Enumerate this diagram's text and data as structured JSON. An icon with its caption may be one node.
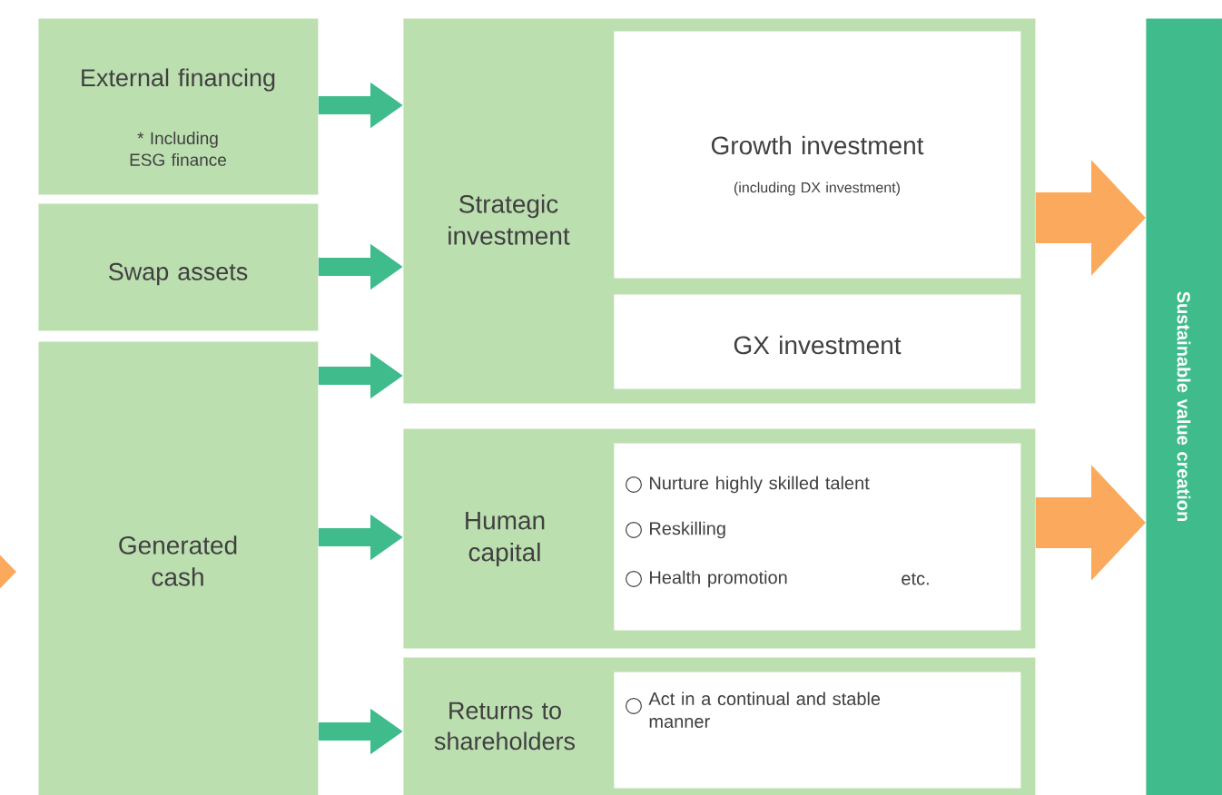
{
  "diagram": {
    "nodes": [
      {
        "text": [
          "External financing",
          "* Including ESG finance"
        ]
      },
      {
        "text": [
          "Swap assets"
        ]
      },
      {
        "text": [
          "Generated cash"
        ]
      },
      {
        "text": [
          "Strategic investment"
        ]
      },
      {
        "text": [
          "Growth investment",
          "(including DX investment)"
        ],
        "in": 3
      },
      {
        "text": [
          "GX investment"
        ],
        "in": 3
      },
      {
        "text": [
          "Human capital"
        ]
      },
      {
        "text": [
          "Nurture highly skilled talent",
          "Reskilling",
          "Health promotion",
          "etc."
        ],
        "in": 6
      },
      {
        "text": [
          "Returns to shareholders"
        ]
      },
      {
        "text": [
          "Act in a continual and stable manner"
        ],
        "in": 8
      },
      {
        "text": [
          "Sustainable value creation"
        ]
      }
    ],
    "edges": [
      {
        "from": 0,
        "to": 3,
        "arrow": "to"
      },
      {
        "from": 1,
        "to": 3,
        "arrow": "to"
      },
      {
        "from": 2,
        "to": 3,
        "arrow": "to"
      },
      {
        "from": 2,
        "to": 6,
        "arrow": "to"
      },
      {
        "from": 2,
        "to": 8,
        "arrow": "to"
      },
      {
        "from": 3,
        "to": 10,
        "arrow": "to",
        "style": "thick",
        "color": "#fba95c"
      },
      {
        "from": 6,
        "to": 10,
        "arrow": "to",
        "style": "thick",
        "color": "#fba95c"
      },
      {
        "from": null,
        "to": 2,
        "arrow": "to",
        "color": "#fba95c"
      }
    ]
  }
}
